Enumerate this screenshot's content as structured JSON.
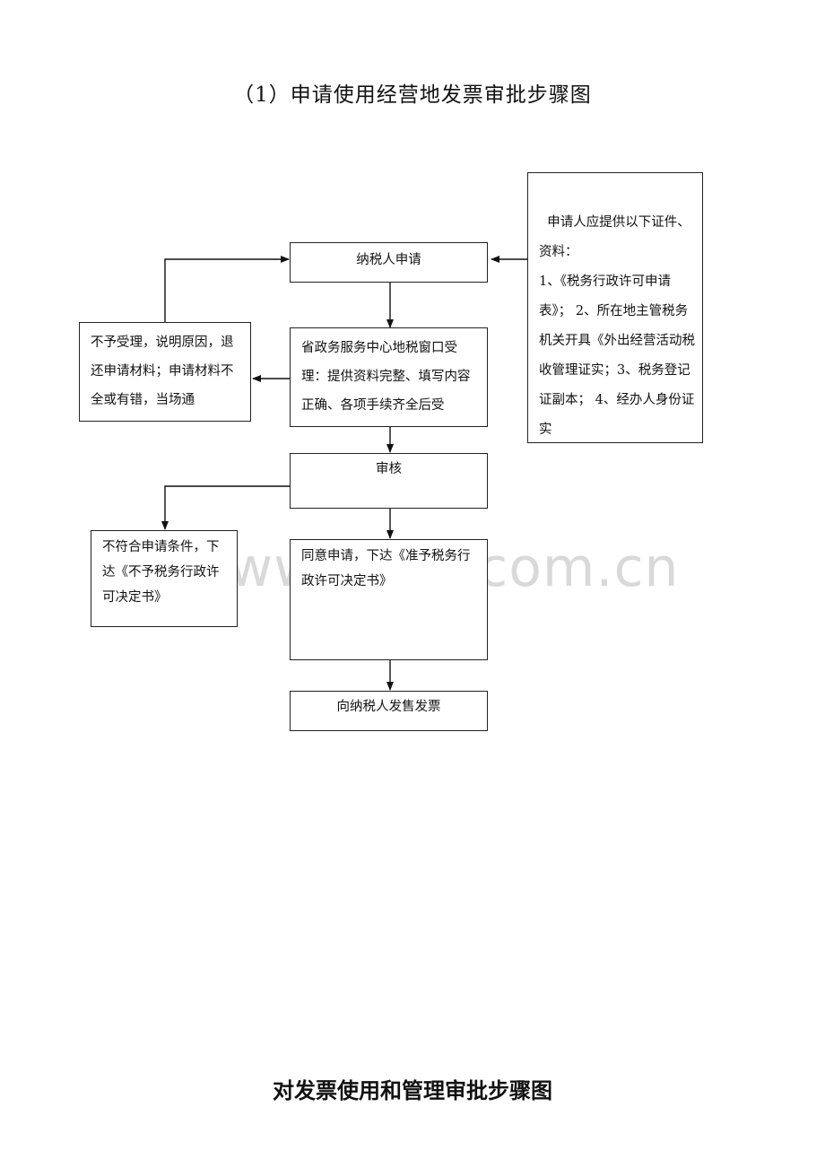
{
  "title": "（1）申请使用经营地发票审批步骤图",
  "subtitle": "对发票使用和管理审批步骤图",
  "watermark": "www.zixin.com.cn",
  "boxes": {
    "apply": "纳税人申请",
    "materials": "申请人应提供以下证件、资料：\n1、《税务行政许可申请表》； 2、所在地主管税务机关开具《外出经营活动税收管理证实；3、税务登记证副本； 4、经办人身份证实",
    "reject": "不予受理，说明原因，退还申请材料；申请材料不全或有错，当场通",
    "window": "省政务服务中心地税窗口受理：提供资料完整、填写内容正确、各项手续齐全后受",
    "review": "审核",
    "deny": "不符合申请条件，下达《不予税务行政许可决定书》",
    "approve": "同意申请，下达《准予税务行政许可决定书》",
    "sell": "向纳税人发售发票"
  }
}
